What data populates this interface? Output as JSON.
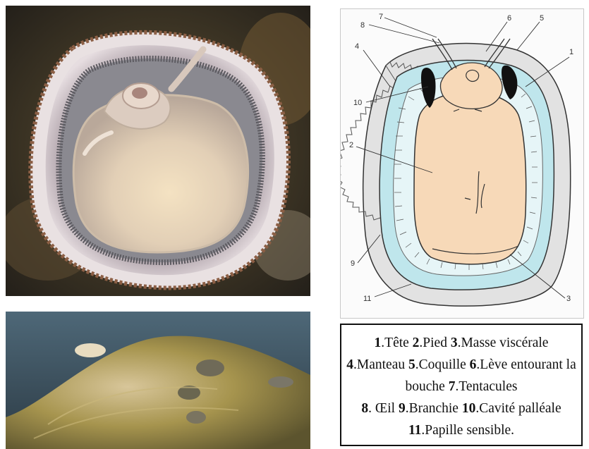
{
  "diagram": {
    "numbers": {
      "n1": "1",
      "n2": "2",
      "n3": "3",
      "n4": "4",
      "n5": "5",
      "n6": "6",
      "n7": "7",
      "n8": "8",
      "n9": "9",
      "n10": "10",
      "n11": "11"
    }
  },
  "legend": {
    "items": [
      {
        "number": "1",
        "text": ".Tête "
      },
      {
        "number": "2",
        "text": ".Pied "
      },
      {
        "number": "3",
        "text": ".Masse viscérale"
      },
      {
        "number": "4",
        "text": ".Manteau  "
      },
      {
        "number": "5",
        "text": ".Coquille  "
      },
      {
        "number": "6",
        "text": ".Lève entourant la bouche "
      },
      {
        "number": "7",
        "text": ".Tentacules"
      },
      {
        "number": "8",
        "text": ". Œil  "
      },
      {
        "number": "9",
        "text": ".Branchie  "
      },
      {
        "number": "10",
        "text": ".Cavité palléale "
      },
      {
        "number": "11",
        "text": ".Papille sensible."
      }
    ]
  },
  "colors": {
    "body": "#f7d9b8",
    "mantle": "#bfe6ec",
    "shell": "#e2e2e2",
    "outline": "#333333"
  }
}
